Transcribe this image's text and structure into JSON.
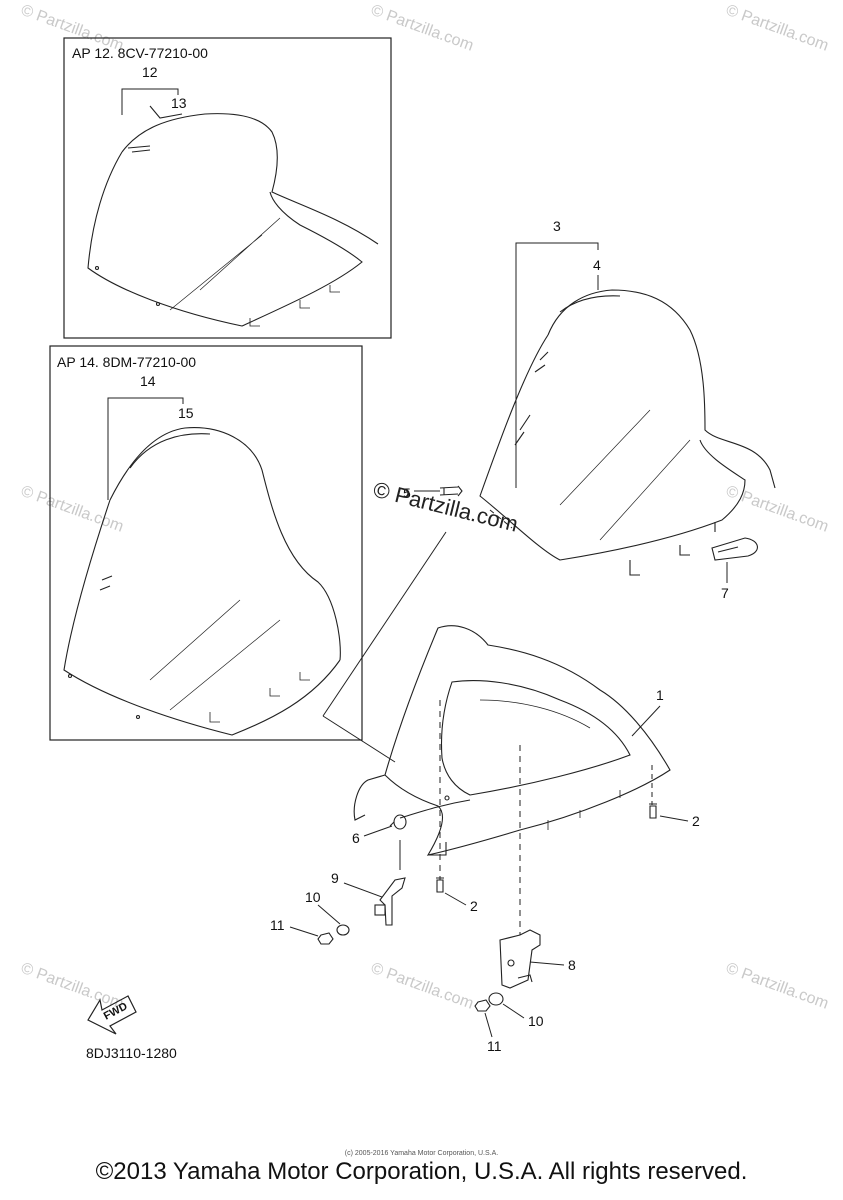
{
  "insets": [
    {
      "title": "AP 12. 8CV-77210-00",
      "group_label": "12",
      "part_label": "13"
    },
    {
      "title": "AP 14. 8DM-77210-00",
      "group_label": "14",
      "part_label": "15"
    }
  ],
  "callouts": {
    "p1": "1",
    "p2a": "2",
    "p2b": "2",
    "p3": "3",
    "p4": "4",
    "p5": "5",
    "p6": "6",
    "p7": "7",
    "p8": "8",
    "p9": "9",
    "p10a": "10",
    "p10b": "10",
    "p11a": "11",
    "p11b": "11"
  },
  "fwd_label": "FWD",
  "diagram_code": "8DJ3110-1280",
  "watermark_text": "© Partzilla.com",
  "center_watermark": "© Partzilla.com",
  "tiny_credit": "(c) 2005-2016 Yamaha Motor Corporation, U.S.A.",
  "footer": "©2013 Yamaha Motor Corporation, U.S.A. All rights reserved."
}
